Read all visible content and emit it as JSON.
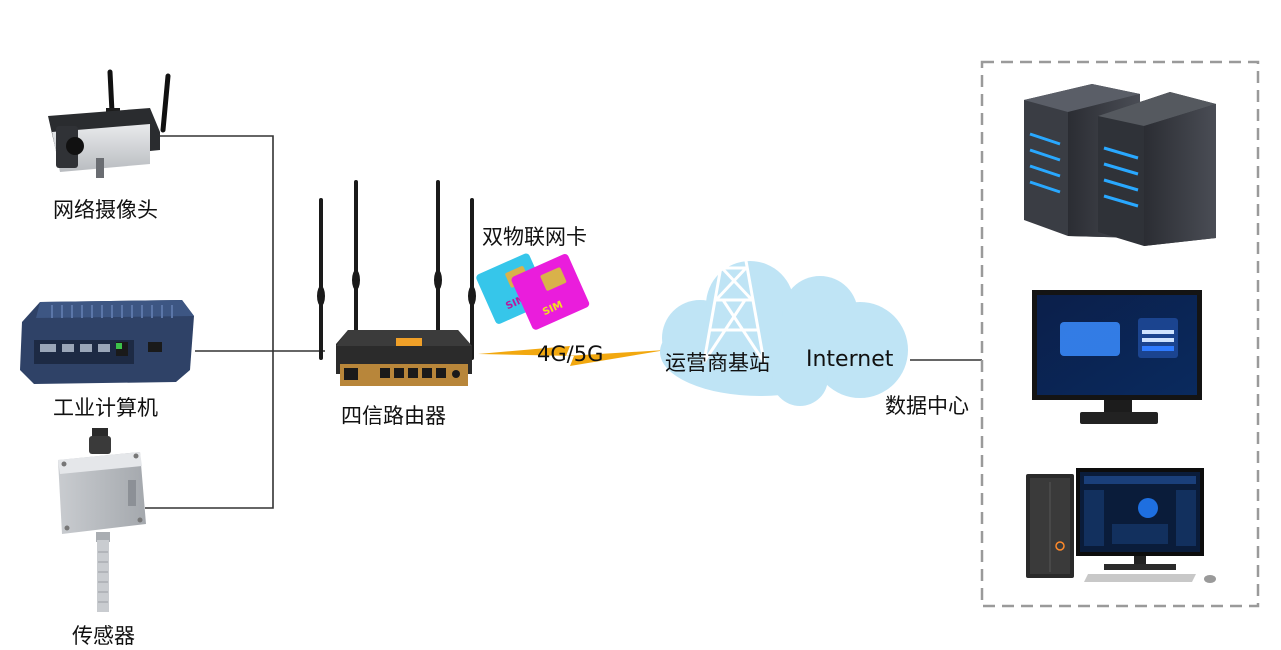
{
  "devices": {
    "camera_label": "网络摄像头",
    "ipc_label": "工业计算机",
    "sensor_label": "传感器"
  },
  "router": {
    "label": "四信路由器",
    "sim_label": "双物联网卡",
    "sim_card_text": "SIM"
  },
  "link": {
    "wireless_label": "4G/5G"
  },
  "cloud": {
    "tower_label": "运营商基站",
    "internet_label": "Internet"
  },
  "datacenter": {
    "label": "数据中心"
  },
  "colors": {
    "line": "#333333",
    "cloud": "#bfe4f5",
    "lightning": "#f2a80f",
    "sim_cyan": "#36c6ea",
    "sim_magenta": "#ea1ddc",
    "dashed_border": "#9a9a9a",
    "server_accent": "#29a8ff"
  }
}
